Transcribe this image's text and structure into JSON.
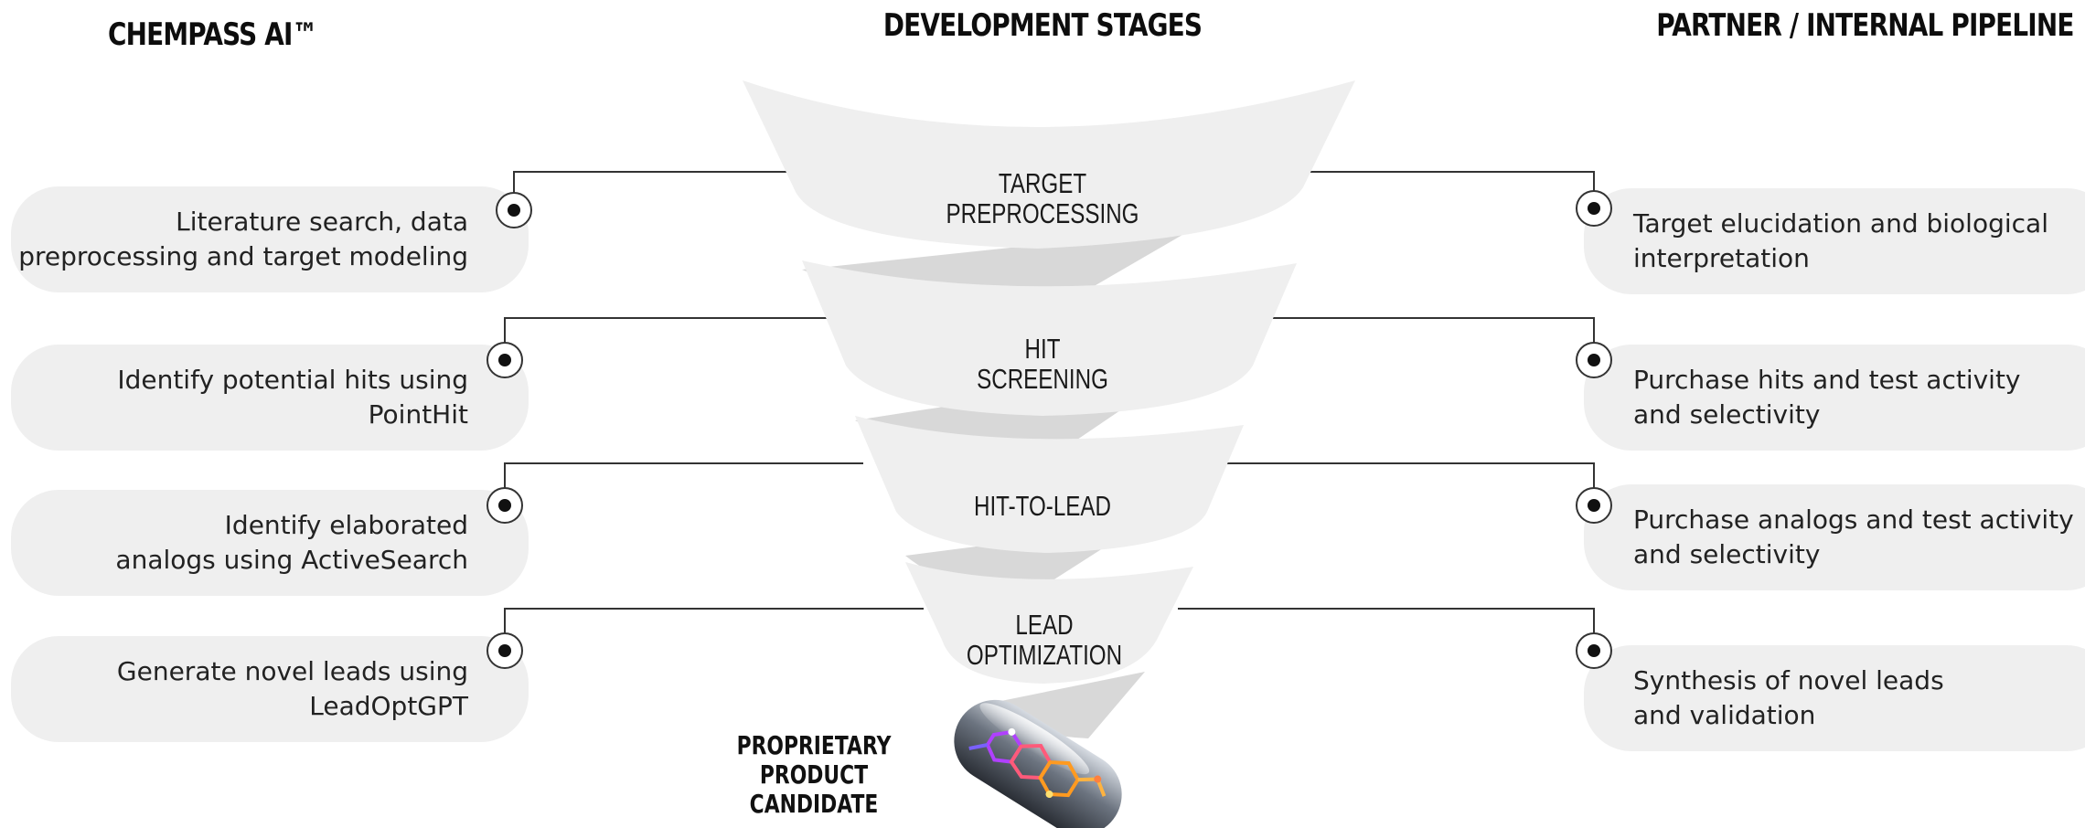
{
  "headings": {
    "left": "CHEMPASS AI™",
    "middle": "DEVELOPMENT STAGES",
    "right": "PARTNER / INTERNAL PIPELINE"
  },
  "stages": [
    {
      "label": "TARGET\nPREPROCESSING",
      "chempass": "Literature search, data\npreprocessing and target modeling",
      "partner": "Target elucidation and biological\ninterpretation"
    },
    {
      "label": "HIT\nSCREENING",
      "chempass": "Identify potential hits using\nPointHit",
      "partner": "Purchase hits and test activity\nand selectivity"
    },
    {
      "label": "HIT-TO-LEAD",
      "chempass": "Identify elaborated\nanalogs using ActiveSearch",
      "partner": "Purchase analogs and test activity\nand selectivity"
    },
    {
      "label": "LEAD\nOPTIMIZATION",
      "chempass": "Generate novel leads using\nLeadOptGPT",
      "partner": "Synthesis of novel leads\nand validation"
    }
  ],
  "product": {
    "label": "PROPRIETARY\nPRODUCT\nCANDIDATE",
    "icon": "capsule-molecule-icon"
  },
  "colors": {
    "pill_fill": "#efefef",
    "funnel_light": "#efefef",
    "funnel_shadow": "#d9d9d9",
    "connector": "#333333"
  }
}
